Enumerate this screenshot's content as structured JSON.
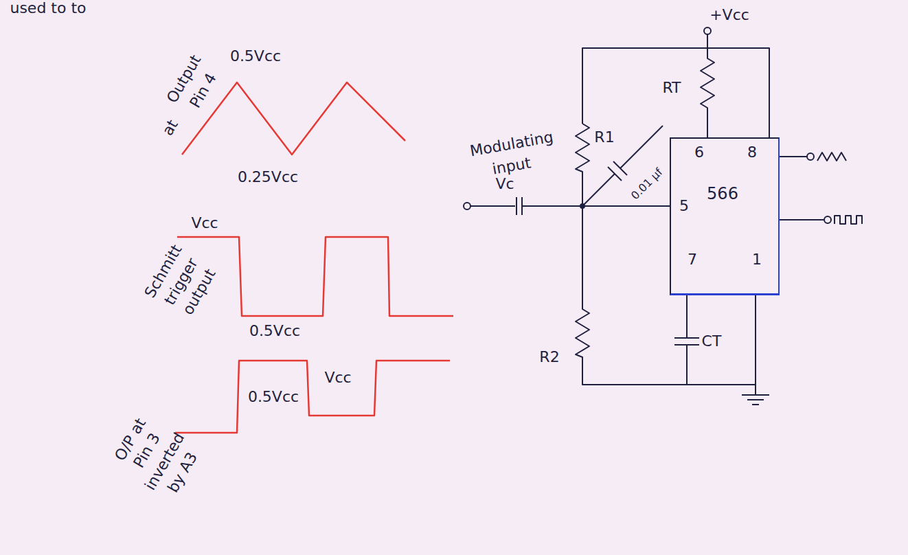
{
  "diagram": {
    "nodes": [
      {
        "text": [
          "566"
        ]
      }
    ],
    "labels": [
      "used to to",
      "+Vcc",
      "0.5Vcc",
      "Output",
      "Pin 4",
      "at",
      "0.25Vcc",
      "Modulating",
      "input",
      "Vc",
      "R1",
      "RT",
      "0.01 μf",
      "6",
      "8",
      "5",
      "7",
      "1",
      "Vcc",
      "Schmitt",
      "trigger",
      "output",
      "0.5Vcc",
      "Vcc",
      "0.5Vcc",
      "O/P at",
      "Pin 3",
      "inverted",
      "by A3",
      "R2",
      "CT"
    ]
  }
}
